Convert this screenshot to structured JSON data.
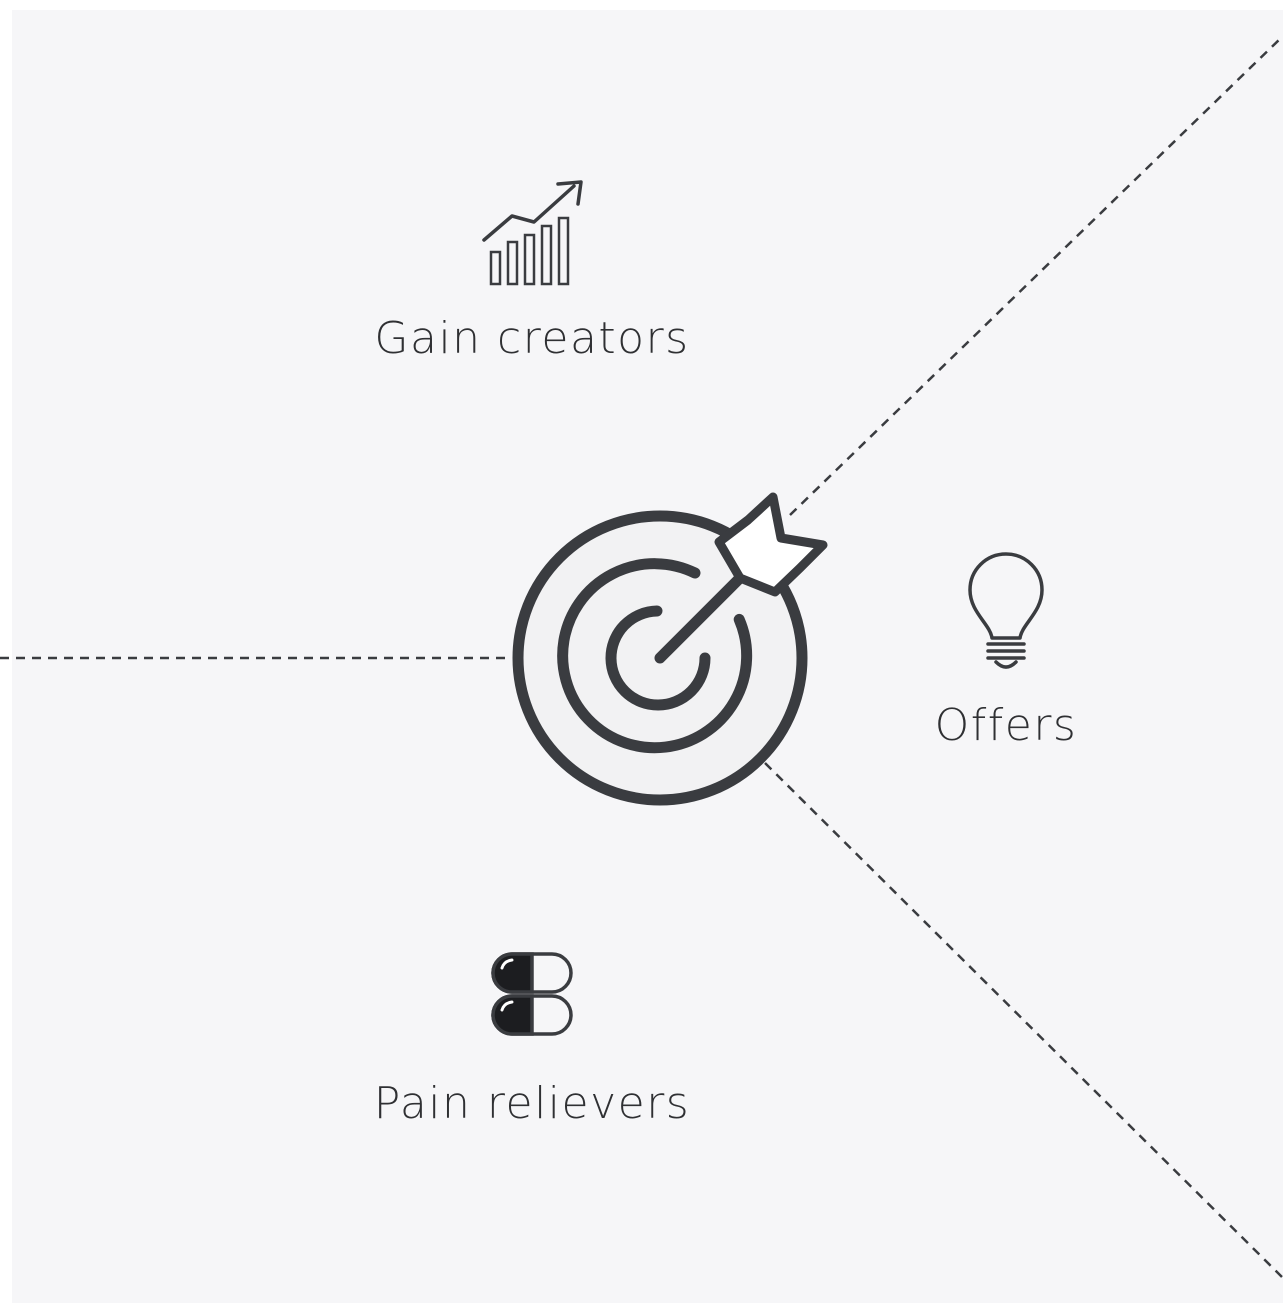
{
  "diagram": {
    "labels": {
      "gain_creators": "Gain creators",
      "offers": "Offers",
      "pain_relievers": "Pain relievers"
    },
    "icons": {
      "gain": "growth-chart-icon",
      "offers": "lightbulb-icon",
      "pain": "pills-icon",
      "center": "target-with-arrow-icon"
    },
    "colors": {
      "background": "#f6f6f8",
      "ink": "#3a3c40",
      "text": "#2f3033"
    }
  }
}
